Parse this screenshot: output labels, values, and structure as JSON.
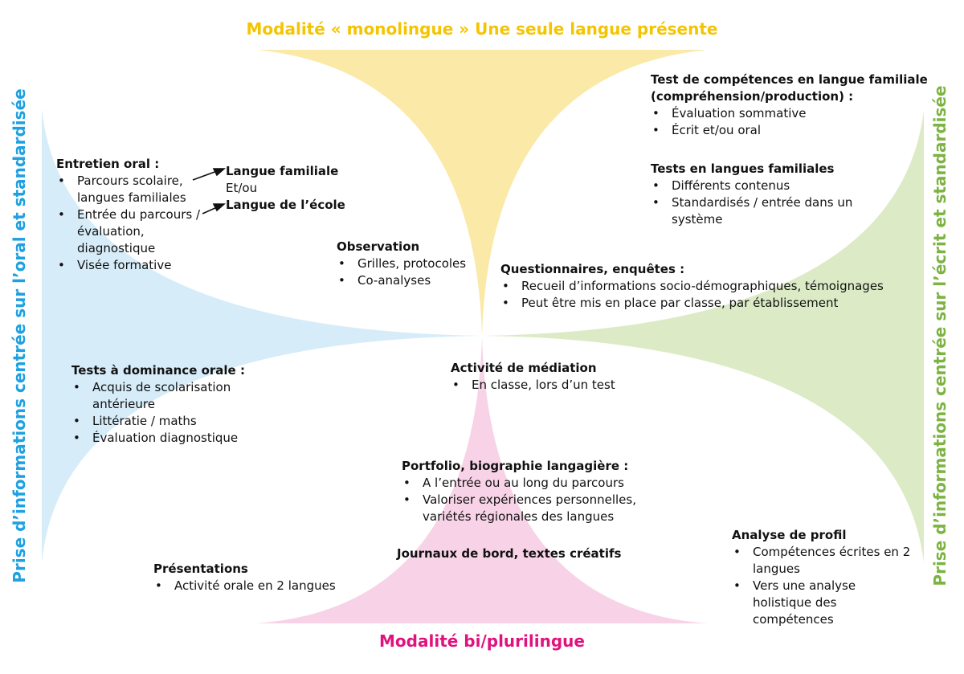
{
  "colors": {
    "top": "#f5c400",
    "top_fill": "#fbe9a7",
    "bottom": "#e0127d",
    "bottom_fill": "#f8d3e7",
    "left": "#1ea1e0",
    "left_fill": "#d6ecf9",
    "right": "#7cb342",
    "right_fill": "#dcebc6"
  },
  "axes": {
    "top": "Modalité « monolingue » Une seule langue présente",
    "bottom": "Modalité bi/plurilingue",
    "left": "Prise d’informations centrée sur l’oral et standardisée",
    "right": "Prise d’informations centrée sur l’écrit et standardisée"
  },
  "blocks": {
    "entretien": {
      "title": "Entretien oral :",
      "items": [
        "Parcours scolaire, langues familiales",
        "Entrée du parcours /évaluation, diagnostique",
        "Visée formative"
      ]
    },
    "langue": {
      "a": "Langue familiale",
      "b": "Et/ou",
      "c": "Langue de l’école"
    },
    "observation": {
      "title": "Observation",
      "items": [
        "Grilles, protocoles",
        "Co-analyses"
      ]
    },
    "test_competences": {
      "title1": "Test de compétences en langue familiale",
      "title2": "(compréhension/production) :",
      "items": [
        "Évaluation sommative",
        "Écrit et/ou oral"
      ]
    },
    "tests_langues": {
      "title": "Tests en langues familiales",
      "items": [
        "Différents contenus",
        "Standardisés / entrée dans un système"
      ]
    },
    "questionnaires": {
      "title": "Questionnaires, enquêtes :",
      "items": [
        "Recueil d’informations socio-démographiques, témoignages",
        "Peut être mis en place par classe, par établissement"
      ]
    },
    "tests_oraux": {
      "title": "Tests à dominance orale :",
      "items": [
        "Acquis de scolarisation antérieure",
        "Littératie / maths",
        "Évaluation diagnostique"
      ]
    },
    "mediation": {
      "title": "Activité de médiation",
      "items": [
        "En classe, lors d’un test"
      ]
    },
    "portfolio": {
      "title": "Portfolio, biographie langagière :",
      "items": [
        "A l’entrée ou au long du parcours",
        "Valoriser expériences personnelles, variétés régionales des langues"
      ]
    },
    "journaux": {
      "title": "Journaux de bord, textes créatifs"
    },
    "presentations": {
      "title": "Présentations",
      "items": [
        "Activité orale en 2 langues"
      ]
    },
    "profil": {
      "title": "Analyse de profil",
      "items": [
        "Compétences écrites en 2 langues",
        "Vers une analyse holistique des compétences"
      ]
    }
  }
}
